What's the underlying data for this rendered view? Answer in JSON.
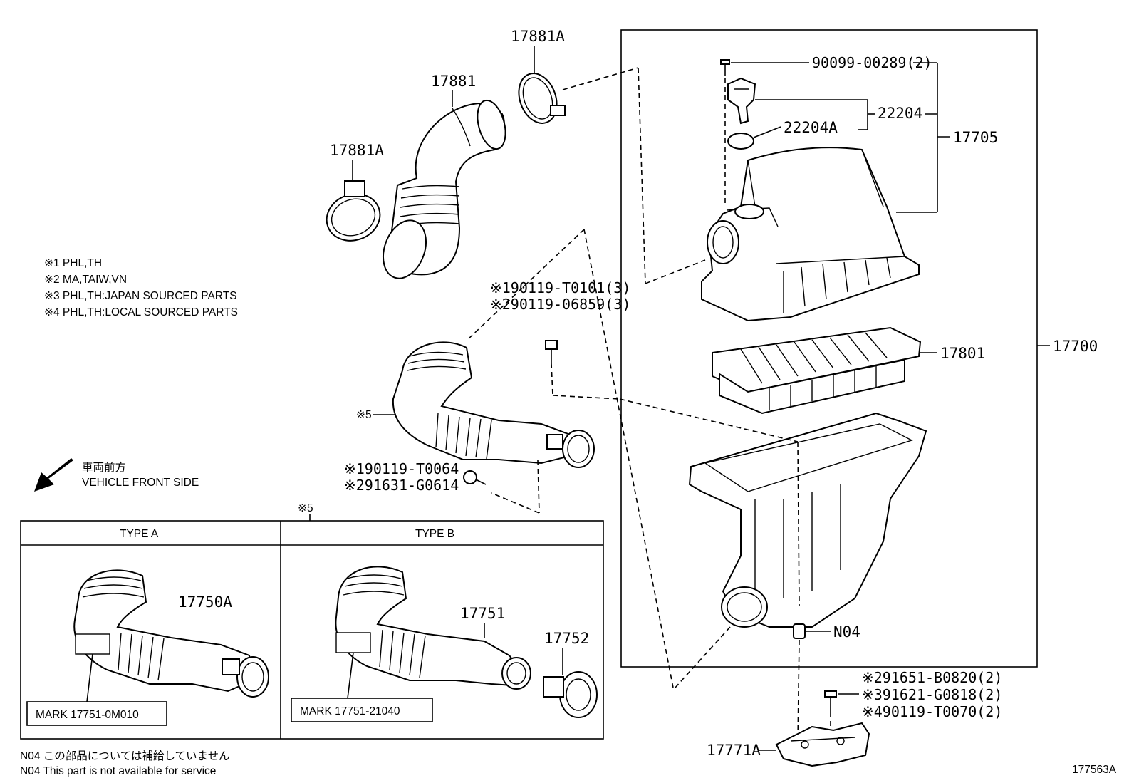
{
  "labels": {
    "p17881a_top": "17881A",
    "p17881": "17881",
    "p17881a_left": "17881A",
    "p90099": "90099-00289(2)",
    "p22204": "22204",
    "p22204a": "22204A",
    "p17705": "17705",
    "p17801": "17801",
    "p17700": "17700",
    "bolt1": "※190119-T0101(3)",
    "bolt2": "※290119-06859(3)",
    "mark5": "※5",
    "screw1": "※190119-T0064",
    "screw2": "※291631-G0614",
    "n04": "N04",
    "b1": "※291651-B0820(2)",
    "b2": "※391621-G0818(2)",
    "b3": "※490119-T0070(2)",
    "p17771a": "17771A",
    "p17750a": "17750A",
    "p17751": "17751",
    "p17752": "17752",
    "figure_id": "177563A"
  },
  "notes": [
    "※1 PHL,TH",
    "※2 MA,TAIW,VN",
    "※3 PHL,TH:JAPAN SOURCED PARTS",
    "※4 PHL,TH:LOCAL SOURCED PARTS"
  ],
  "direction": {
    "jp": "車両前方",
    "en": "VEHICLE FRONT SIDE"
  },
  "variants": {
    "title": "※5",
    "type_a": {
      "header": "TYPE A",
      "mark": "MARK 17751-0M010"
    },
    "type_b": {
      "header": "TYPE B",
      "mark": "MARK 17751-21040"
    }
  },
  "footnote": {
    "jp": "N04  この部品については補給していません",
    "en": "N04  This part is not available for service"
  }
}
